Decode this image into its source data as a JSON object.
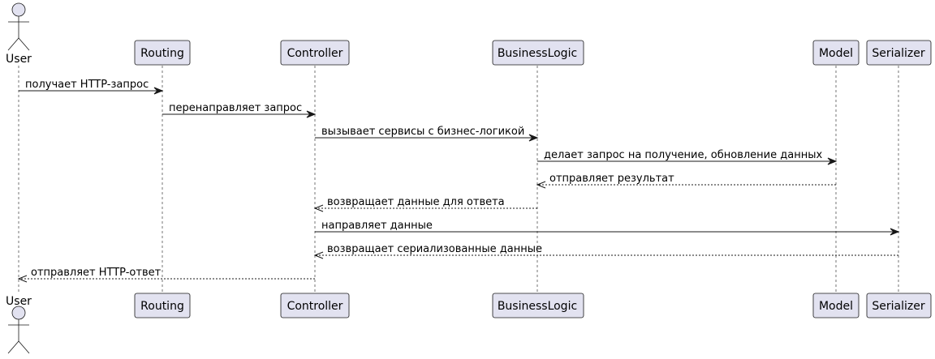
{
  "diagram": {
    "participants": [
      {
        "id": "user",
        "label": "User",
        "kind": "actor"
      },
      {
        "id": "routing",
        "label": "Routing",
        "kind": "box"
      },
      {
        "id": "controller",
        "label": "Controller",
        "kind": "box"
      },
      {
        "id": "businesslogic",
        "label": "BusinessLogic",
        "kind": "box"
      },
      {
        "id": "model",
        "label": "Model",
        "kind": "box"
      },
      {
        "id": "serializer",
        "label": "Serializer",
        "kind": "box"
      }
    ],
    "messages": [
      {
        "from": "user",
        "to": "routing",
        "label": "получает HTTP-запрос",
        "style": "solid"
      },
      {
        "from": "routing",
        "to": "controller",
        "label": "перенаправляет запрос",
        "style": "solid"
      },
      {
        "from": "controller",
        "to": "businesslogic",
        "label": "вызывает сервисы с бизнес-логикой",
        "style": "solid"
      },
      {
        "from": "businesslogic",
        "to": "model",
        "label": "делает запрос на получение, обновление данных",
        "style": "solid"
      },
      {
        "from": "model",
        "to": "businesslogic",
        "label": "отправляет результат",
        "style": "dashed"
      },
      {
        "from": "businesslogic",
        "to": "controller",
        "label": "возвращает данные для ответа",
        "style": "dashed"
      },
      {
        "from": "controller",
        "to": "serializer",
        "label": "направляет данные",
        "style": "solid"
      },
      {
        "from": "serializer",
        "to": "controller",
        "label": "возвращает сериализованные данные",
        "style": "dashed"
      },
      {
        "from": "controller",
        "to": "user",
        "label": "отправляет HTTP-ответ",
        "style": "dashed"
      }
    ]
  }
}
